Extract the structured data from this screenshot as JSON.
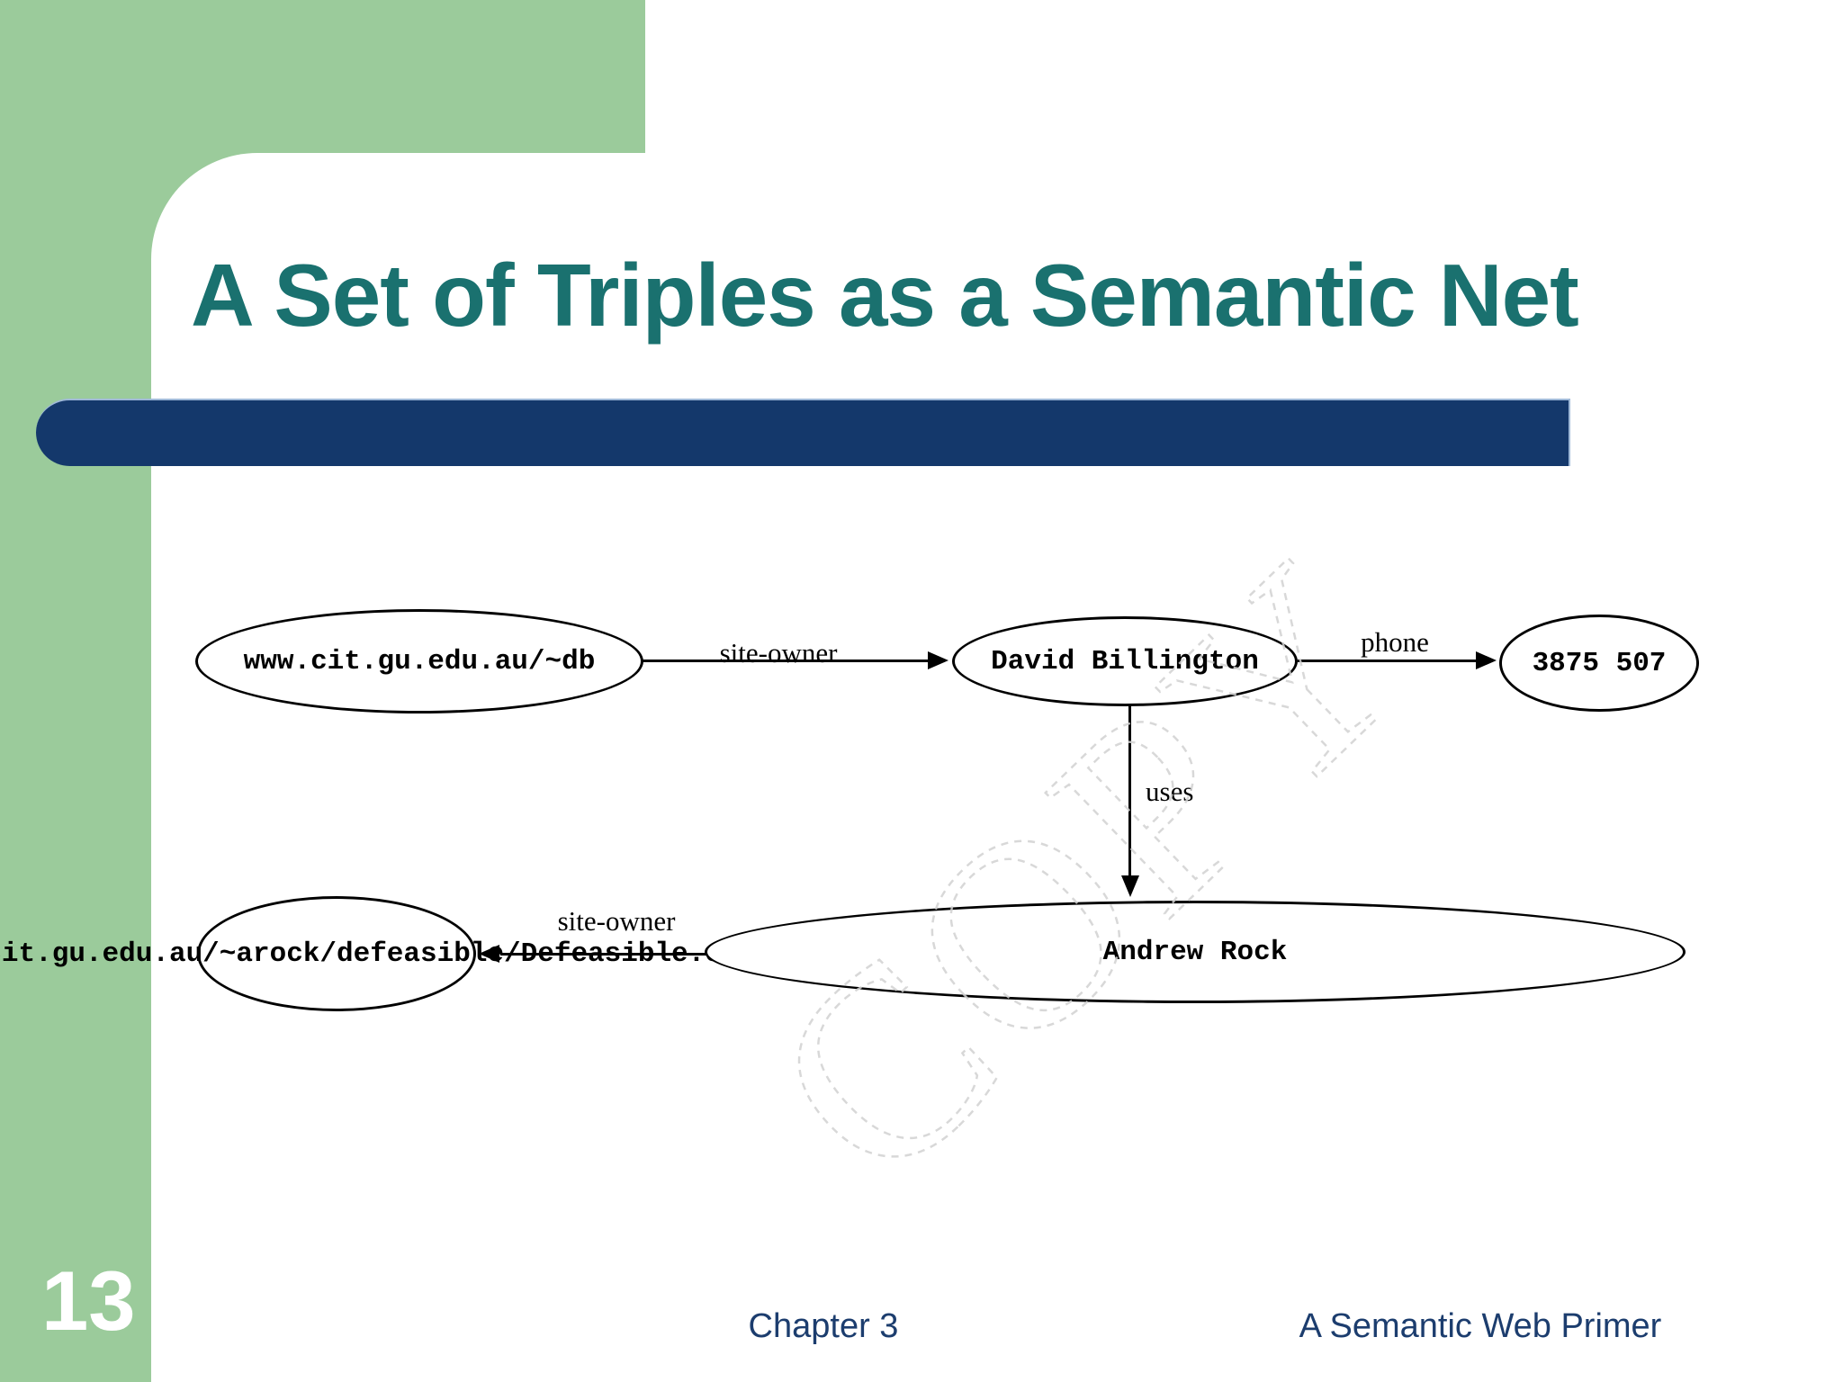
{
  "slide": {
    "title": "A Set of Triples as a Semantic Net",
    "page_number": "13",
    "footer_left": "Chapter 3",
    "footer_right": "A Semantic Web Primer"
  },
  "colors": {
    "sidebar_green": "#9BCB9B",
    "bar_navy": "#14386B",
    "title_teal": "#1A716F",
    "footer_text_blue": "#1C3D6E",
    "diagram_ink": "#000000",
    "watermark_gray": "#D2D2D2"
  },
  "watermark": {
    "text": "COPY"
  },
  "diagram": {
    "nodes": [
      {
        "id": "db-homepage",
        "label": "www.cit.gu.edu.au/~db"
      },
      {
        "id": "david-billington",
        "label": "David Billington"
      },
      {
        "id": "phone-number",
        "label": "3875 507"
      },
      {
        "id": "defeasible-cgi",
        "label": "www.cit.gu.edu.au/~arock/defeasible/Defeasible.cgi"
      },
      {
        "id": "andrew-rock",
        "label": "Andrew Rock"
      }
    ],
    "edges": [
      {
        "label": "site-owner",
        "from": "db-homepage",
        "to": "david-billington"
      },
      {
        "label": "phone",
        "from": "david-billington",
        "to": "phone-number"
      },
      {
        "label": "uses",
        "from": "david-billington",
        "to": "defeasible-cgi"
      },
      {
        "label": "site-owner",
        "from": "defeasible-cgi",
        "to": "andrew-rock"
      }
    ]
  }
}
